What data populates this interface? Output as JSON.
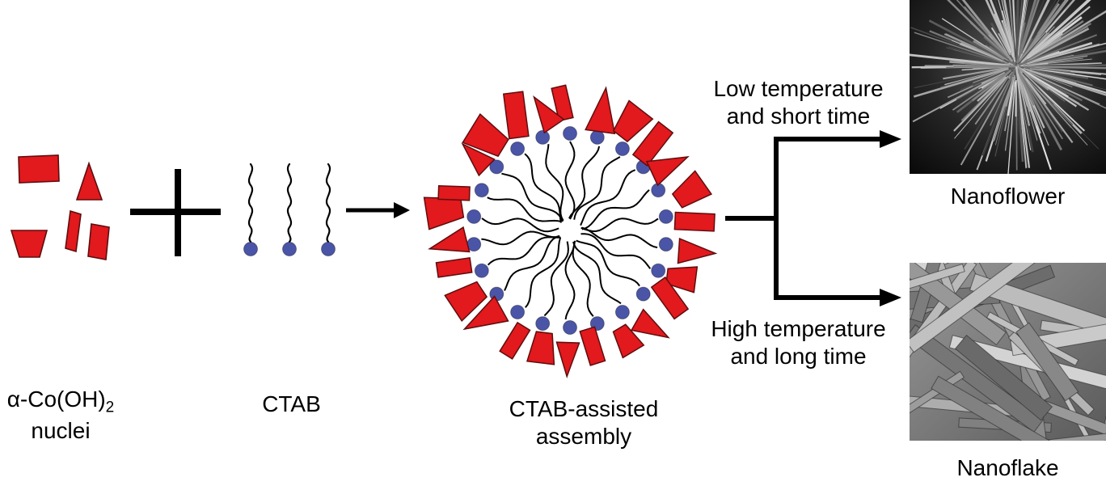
{
  "diagram": {
    "reactant_nuclei": {
      "formula": "α-Co(OH)",
      "formula_subscript": "2",
      "name": "nuclei"
    },
    "reactant_ctab": {
      "name": "CTAB"
    },
    "assembly": {
      "name_line1": "CTAB-assisted",
      "name_line2": "assembly"
    },
    "pathways": [
      {
        "condition_line1": "Low temperature",
        "condition_line2": "and short time",
        "product": "Nanoflower"
      },
      {
        "condition_line1": "High temperature",
        "condition_line2": "and long time",
        "product": "Nanoflake"
      }
    ],
    "colors": {
      "red": "#e2191d",
      "red_outline": "#5f0d0e",
      "blue": "#4a55a8",
      "arrow": "#000000"
    }
  }
}
